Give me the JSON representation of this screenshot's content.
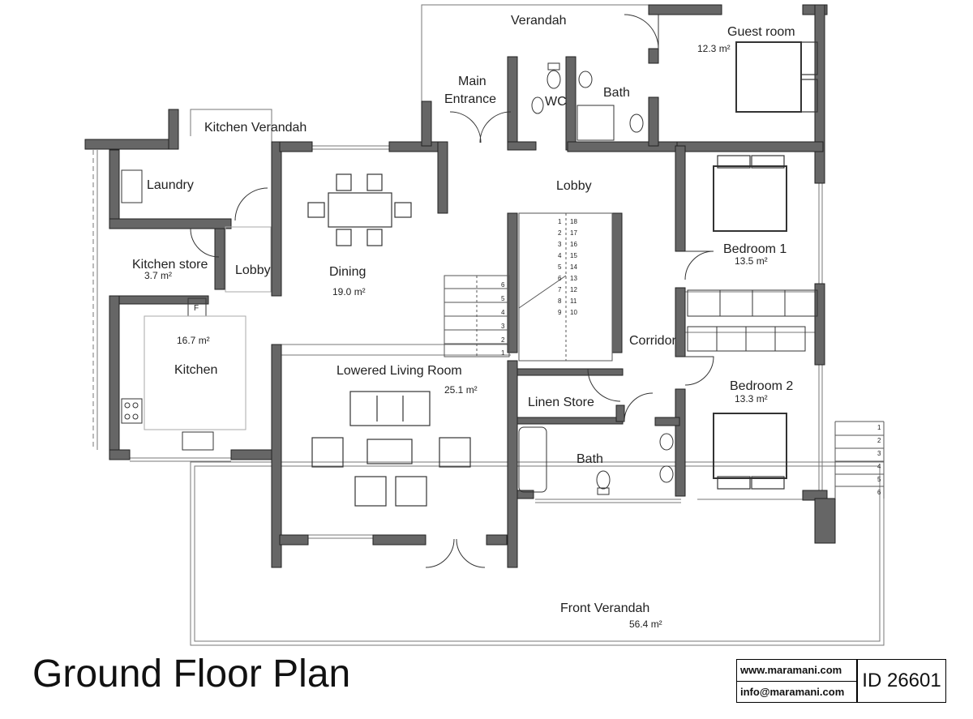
{
  "title": "Ground Floor Plan",
  "contact": {
    "website": "www.maramani.com",
    "email": "info@maramani.com",
    "plan_id": "ID 26601"
  },
  "rooms": {
    "verandah": "Verandah",
    "guest_room": "Guest room",
    "guest_room_area": "12.3 m²",
    "main_entrance_1": "Main",
    "main_entrance_2": "Entrance",
    "wc": "WC",
    "bath_top": "Bath",
    "kitchen_verandah": "Kitchen Verandah",
    "laundry": "Laundry",
    "lobby_top": "Lobby",
    "bedroom1": "Bedroom 1",
    "bedroom1_area": "13.5 m²",
    "kitchen_store": "Kitchen store",
    "kitchen_store_area": "3.7 m²",
    "lobby_kitchen": "Lobby",
    "dining": "Dining",
    "dining_area": "19.0 m²",
    "kitchen_area": "16.7 m²",
    "kitchen": "Kitchen",
    "corridor": "Corridor",
    "lowered_living": "Lowered Living Room",
    "living_area": "25.1 m²",
    "bedroom2": "Bedroom 2",
    "bedroom2_area": "13.3 m²",
    "linen_store": "Linen Store",
    "bath_bottom": "Bath",
    "front_verandah": "Front Verandah",
    "front_verandah_area": "56.4 m²",
    "fridge": "F"
  },
  "stairs": {
    "main_left": [
      "1",
      "2",
      "3",
      "4",
      "5",
      "6"
    ],
    "main_right": [
      "10",
      "11",
      "12",
      "13",
      "14",
      "15",
      "16",
      "17",
      "18"
    ],
    "main_small": [
      "1",
      "2",
      "3",
      "4",
      "5",
      "6",
      "7",
      "8",
      "9"
    ],
    "side": [
      "1",
      "2",
      "3",
      "4",
      "5",
      "6"
    ]
  }
}
